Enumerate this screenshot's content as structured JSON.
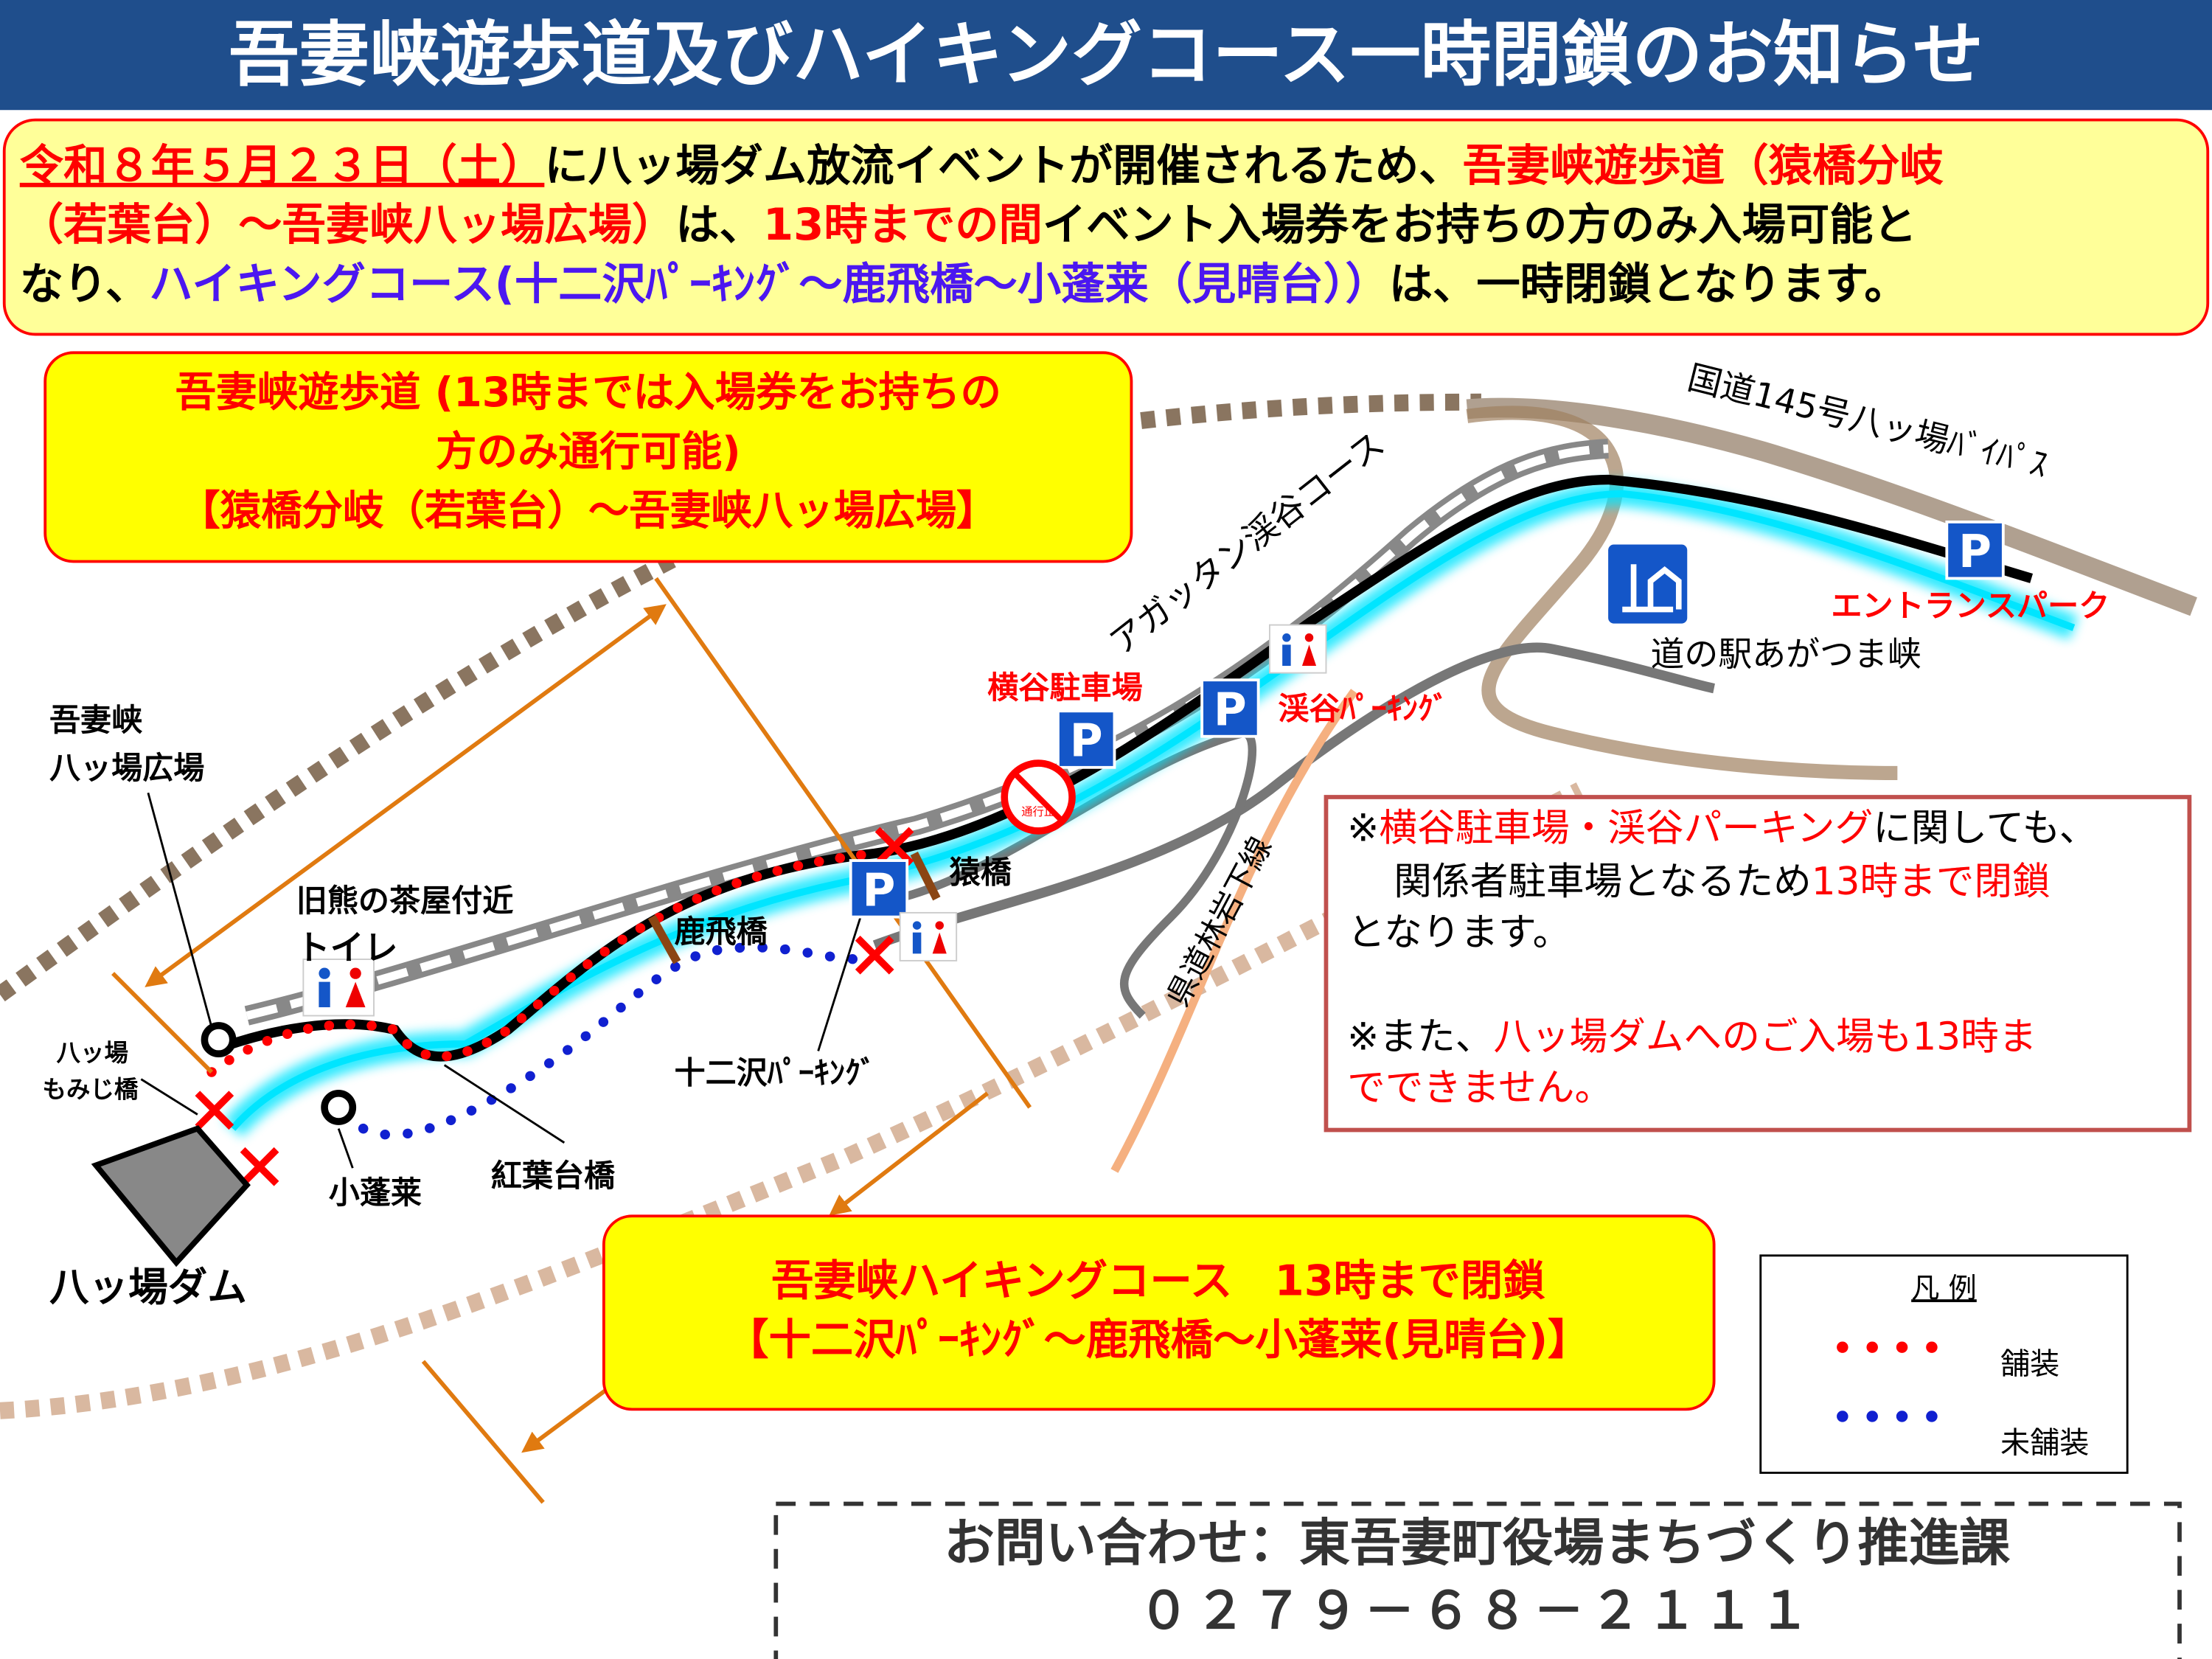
{
  "header": {
    "title": "吾妻峡遊歩道及びハイキングコース一時閉鎖のお知らせ"
  },
  "notice": {
    "line1_date": "令和８年５月２３日（土）",
    "line1_text": "に八ッ場ダム放流イベントが開催されるため、",
    "line1_red": "吾妻峡遊歩道（猿橋分岐",
    "line2_red": "（若葉台）～吾妻峡八ッ場広場）",
    "line2_text1": "は、",
    "line2_red2": "13時までの間",
    "line2_text2": "イベント入場券をお持ちの方のみ入場可能と",
    "line3_text1": "なり、",
    "line3_blue": "ハイキングコース(十二沢ﾊﾟｰｷﾝｸﾞ～鹿飛橋～小蓬莱（見晴台））",
    "line3_text2": "は、一時閉鎖となります。"
  },
  "callout_top": {
    "line1": "吾妻峡遊歩道 (13時までは入場券をお持ちの",
    "line2": "方のみ通行可能)",
    "line3": "【猿橋分岐（若葉台）～吾妻峡八ッ場広場】"
  },
  "callout_bottom": {
    "line1": "吾妻峡ハイキングコース　13時まで閉鎖",
    "line2": "【十二沢ﾊﾟｰｷﾝｸﾞ～鹿飛橋～小蓬莱(見晴台)】"
  },
  "note": {
    "l1_prefix": "※",
    "l1_red": "横谷駐車場・渓谷パーキング",
    "l1_text": "に関しても、",
    "l2_text": "関係者駐車場となるため",
    "l2_red": "13時まで閉鎖",
    "l3_text": "となります。",
    "l4_prefix": "※また、",
    "l4_red": "八ッ場ダムへのご入場も13時ま",
    "l5_red": "でできません。"
  },
  "map_labels": {
    "bypass": "国道145号八ッ場ﾊﾞｲﾊﾟｽ",
    "agattan": "アガッタン渓谷コース",
    "michinoeki": "道の駅あがつま峡",
    "entrance_park": "エントランスパーク",
    "yokoya_parking": "横谷駐車場",
    "keikoku_parking": "渓谷ﾊﾟｰｷﾝｸﾞ",
    "saruhashi": "猿橋",
    "kenmichi": "県道林岩下線",
    "shikatobi": "鹿飛橋",
    "juunisawa": "十二沢ﾊﾟｰｷﾝｸﾞ",
    "kumanochaya_1": "旧熊の茶屋付近",
    "kumanochaya_2": "トイレ",
    "hiroba_1": "吾妻峡",
    "hiroba_2": "八ッ場広場",
    "momiji_1": "八ッ場",
    "momiji_2": "もみじ橋",
    "kohourai": "小蓬莱",
    "kouyoudai": "紅葉台橋",
    "dam": "八ッ場ダム",
    "parking_glyph": "P",
    "no_entry_text": "通行止"
  },
  "legend": {
    "title": "凡 例",
    "paved": "舗装",
    "unpaved": "未舗装"
  },
  "contact": {
    "line1": "お問い合わせ：東吾妻町役場まちづくり推進課",
    "line2": "０２７９－６８－２１１１"
  },
  "colors": {
    "header_bg": "#1f4e8c",
    "red": "#ff0000",
    "blue": "#4b17f0",
    "yellow_box": "#ffff00",
    "notice_bg": "#ffff99",
    "river": "#00e5ff",
    "orange": "#e07a10"
  }
}
